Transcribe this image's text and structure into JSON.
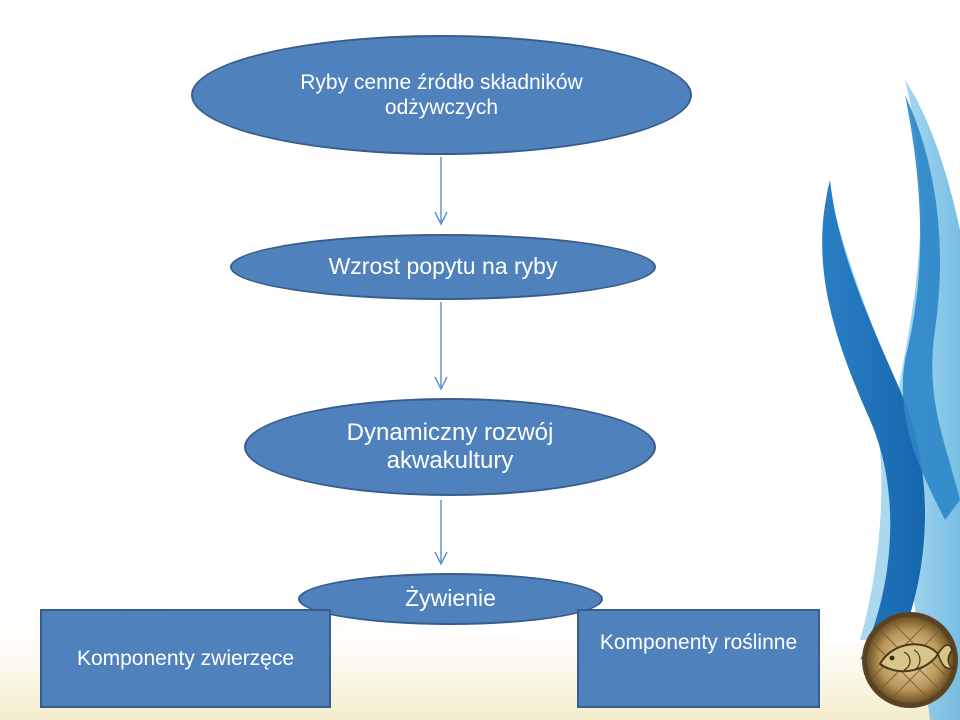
{
  "nodes": {
    "fish_nutrients": "Ryby cenne źródło składników odżywczych",
    "fish_demand": "Wzrost popytu na ryby",
    "aquaculture": "Dynamiczny rozwój akwakultury",
    "feeding": "Żywienie",
    "animal_components": "Komponenty zwierzęce",
    "plant_components": "Komponenty roślinne"
  },
  "colors": {
    "node_fill": "#4f81bd",
    "node_border": "#385d8a",
    "node_text": "#ffffff",
    "arrow": "#5b8fcf",
    "wave_dark": "#1f6fb8",
    "wave_light": "#7fc3e6",
    "sand": "#f3ecc9"
  },
  "icons": {
    "fish_emblem": "fish-emblem-icon"
  }
}
